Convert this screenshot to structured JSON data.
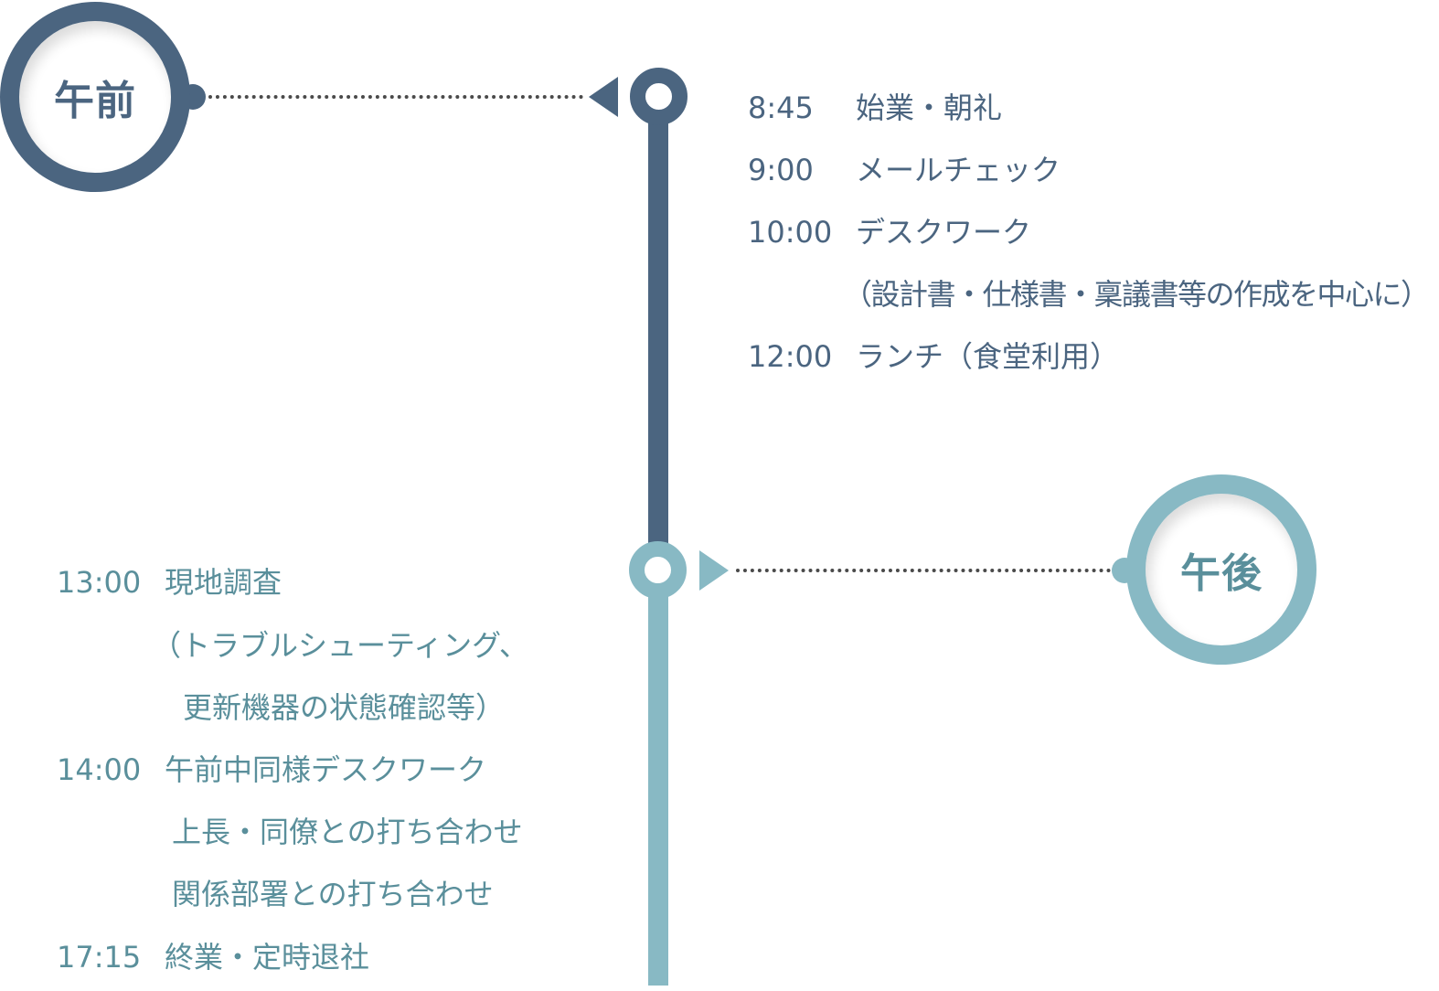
{
  "morning": {
    "label": "午前",
    "color": "#4b6580",
    "entries": [
      {
        "time": "8:45",
        "text": "始業・朝礼"
      },
      {
        "time": "9:00",
        "text": "メールチェック"
      },
      {
        "time": "10:00",
        "text": "デスクワーク"
      },
      {
        "time": "",
        "text": "（設計書・仕様書・稟議書等の作成を中心に）"
      },
      {
        "time": "12:00",
        "text": "ランチ（食堂利用）"
      }
    ]
  },
  "afternoon": {
    "label": "午後",
    "color": "#88b9c4",
    "entries": [
      {
        "time": "13:00",
        "text": "現地調査"
      },
      {
        "time": "",
        "text": "（トラブルシューティング、"
      },
      {
        "time": "",
        "text": "更新機器の状態確認等）"
      },
      {
        "time": "14:00",
        "text": "午前中同様デスクワーク"
      },
      {
        "time": "",
        "text": "上長・同僚との打ち合わせ"
      },
      {
        "time": "",
        "text": "関係部署との打ち合わせ"
      },
      {
        "time": "17:15",
        "text": "終業・定時退社"
      }
    ]
  }
}
